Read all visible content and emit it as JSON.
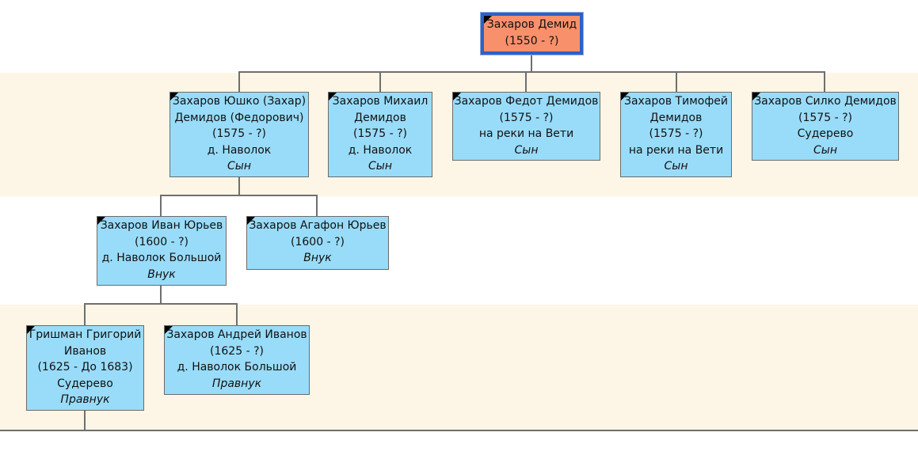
{
  "colors": {
    "node_fill": "#99dcf9",
    "root_fill": "#f9906c",
    "root_border": "#2d61c8",
    "band_fill": "#fdf5e6",
    "connector": "#6f6f6f"
  },
  "root": {
    "name": "Захаров Демид",
    "dates": "(1550 - ?)"
  },
  "sons": [
    {
      "lines": [
        "Захаров Юшко (Захар)",
        "Демидов (Федорович)",
        "(1575 - ?)",
        "д. Наволок"
      ],
      "relation": "Сын"
    },
    {
      "lines": [
        "Захаров Михаил",
        "Демидов",
        "(1575 - ?)",
        "д. Наволок"
      ],
      "relation": "Сын"
    },
    {
      "lines": [
        "Захаров Федот Демидов",
        "(1575 - ?)",
        "на реки на Вети"
      ],
      "relation": "Сын"
    },
    {
      "lines": [
        "Захаров Тимофей",
        "Демидов",
        "(1575 - ?)",
        "на реки на Вети"
      ],
      "relation": "Сын"
    },
    {
      "lines": [
        "Захаров Силко Демидов",
        "(1575 - ?)",
        "Судерево"
      ],
      "relation": "Сын"
    }
  ],
  "grandsons": [
    {
      "lines": [
        "Захаров Иван Юрьев",
        "(1600 - ?)",
        "д. Наволок Большой"
      ],
      "relation": "Внук"
    },
    {
      "lines": [
        "Захаров Агафон Юрьев",
        "(1600 - ?)"
      ],
      "relation": "Внук"
    }
  ],
  "great_grandsons": [
    {
      "lines": [
        "Гришман Григорий",
        "Иванов",
        "(1625 - До 1683)",
        "Судерево"
      ],
      "relation": "Правнук"
    },
    {
      "lines": [
        "Захаров Андрей Иванов",
        "(1625 - ?)",
        "д. Наволок Большой"
      ],
      "relation": "Правнук"
    }
  ]
}
